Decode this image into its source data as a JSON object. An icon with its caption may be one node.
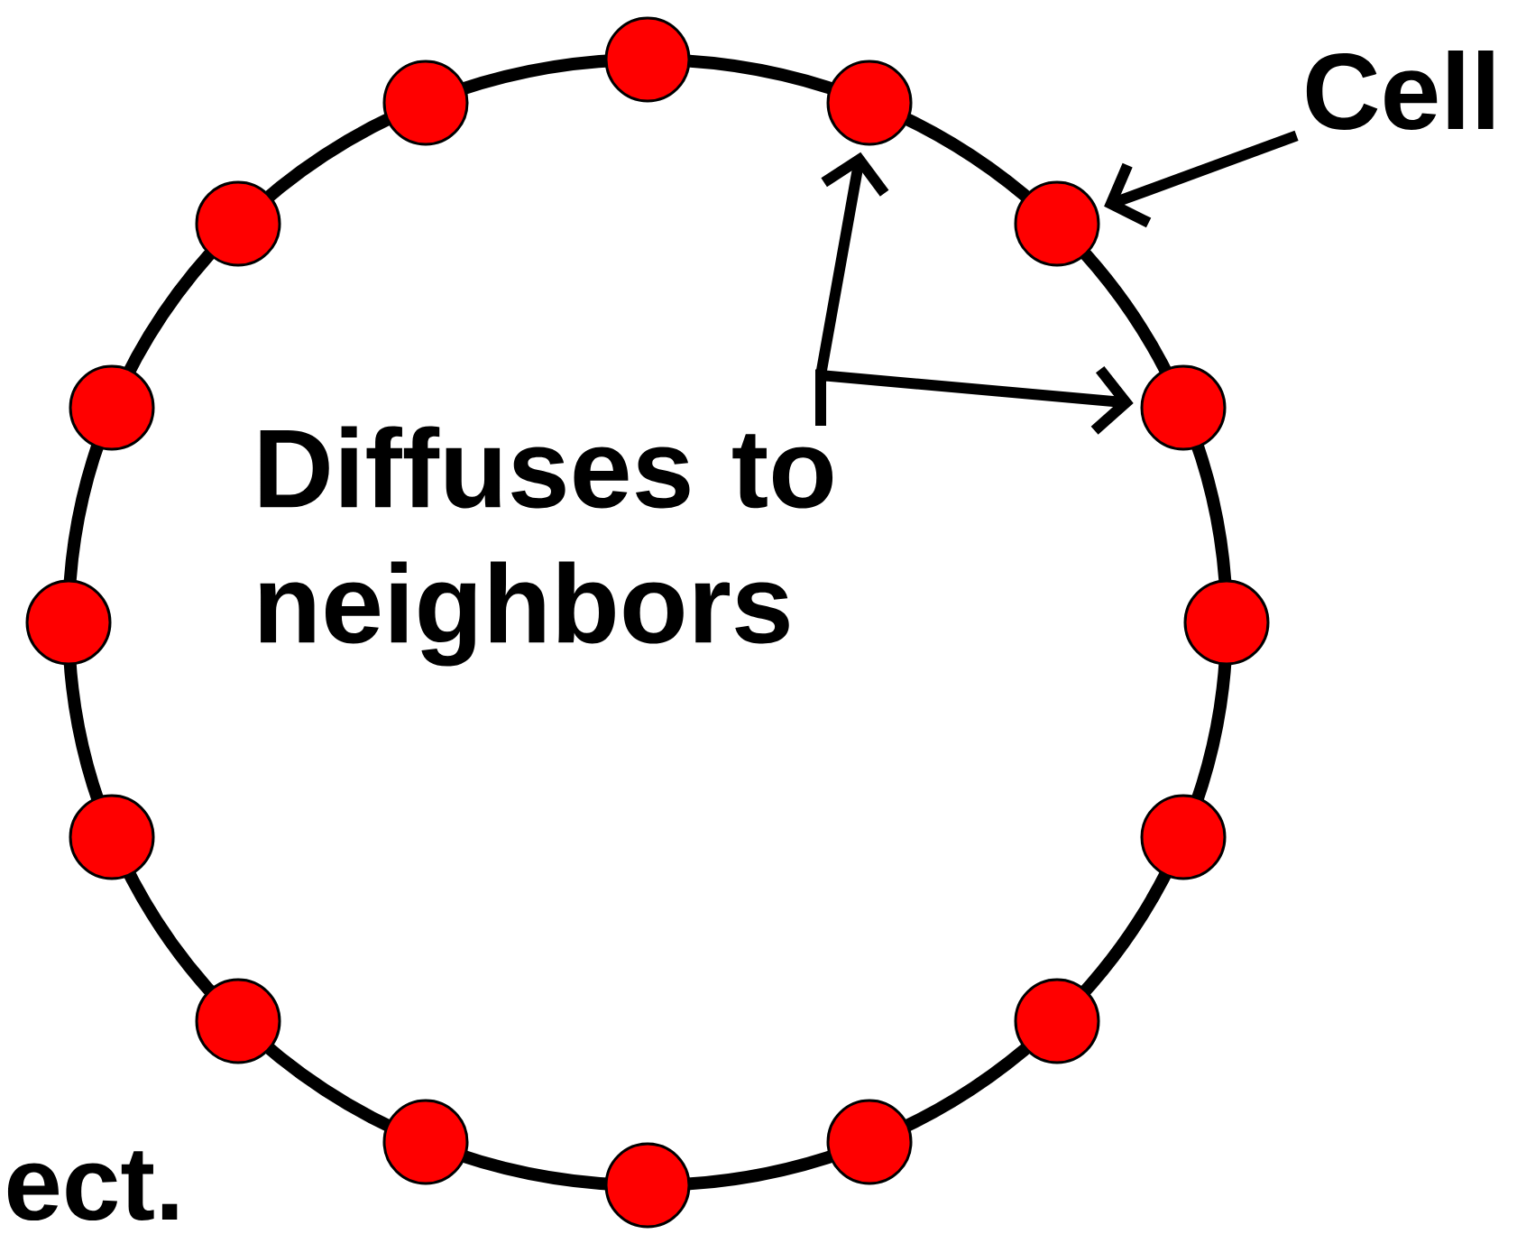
{
  "diagram": {
    "nodes": [
      {
        "text": [],
        "shape": "circle"
      },
      {
        "text": [],
        "shape": "circle"
      },
      {
        "text": [],
        "shape": "circle"
      },
      {
        "text": [],
        "shape": "circle"
      },
      {
        "text": [],
        "shape": "circle"
      },
      {
        "text": [],
        "shape": "circle"
      },
      {
        "text": [],
        "shape": "circle"
      },
      {
        "text": [],
        "shape": "circle"
      },
      {
        "text": [],
        "shape": "circle"
      },
      {
        "text": [],
        "shape": "circle"
      },
      {
        "text": [],
        "shape": "circle"
      },
      {
        "text": [],
        "shape": "circle"
      },
      {
        "text": [],
        "shape": "circle"
      },
      {
        "text": [],
        "shape": "circle"
      },
      {
        "text": [],
        "shape": "circle"
      },
      {
        "text": [],
        "shape": "circle"
      },
      {
        "text": [
          "Cell"
        ]
      },
      {
        "text": [
          "Diffuses to neighbors"
        ]
      }
    ],
    "edges": [
      {
        "from": 16,
        "to": 4,
        "arrow": "to"
      },
      {
        "from": 17,
        "to": 2,
        "arrow": "to"
      },
      {
        "from": 17,
        "to": 6,
        "arrow": "to"
      }
    ],
    "labels": [
      "ect."
    ]
  }
}
